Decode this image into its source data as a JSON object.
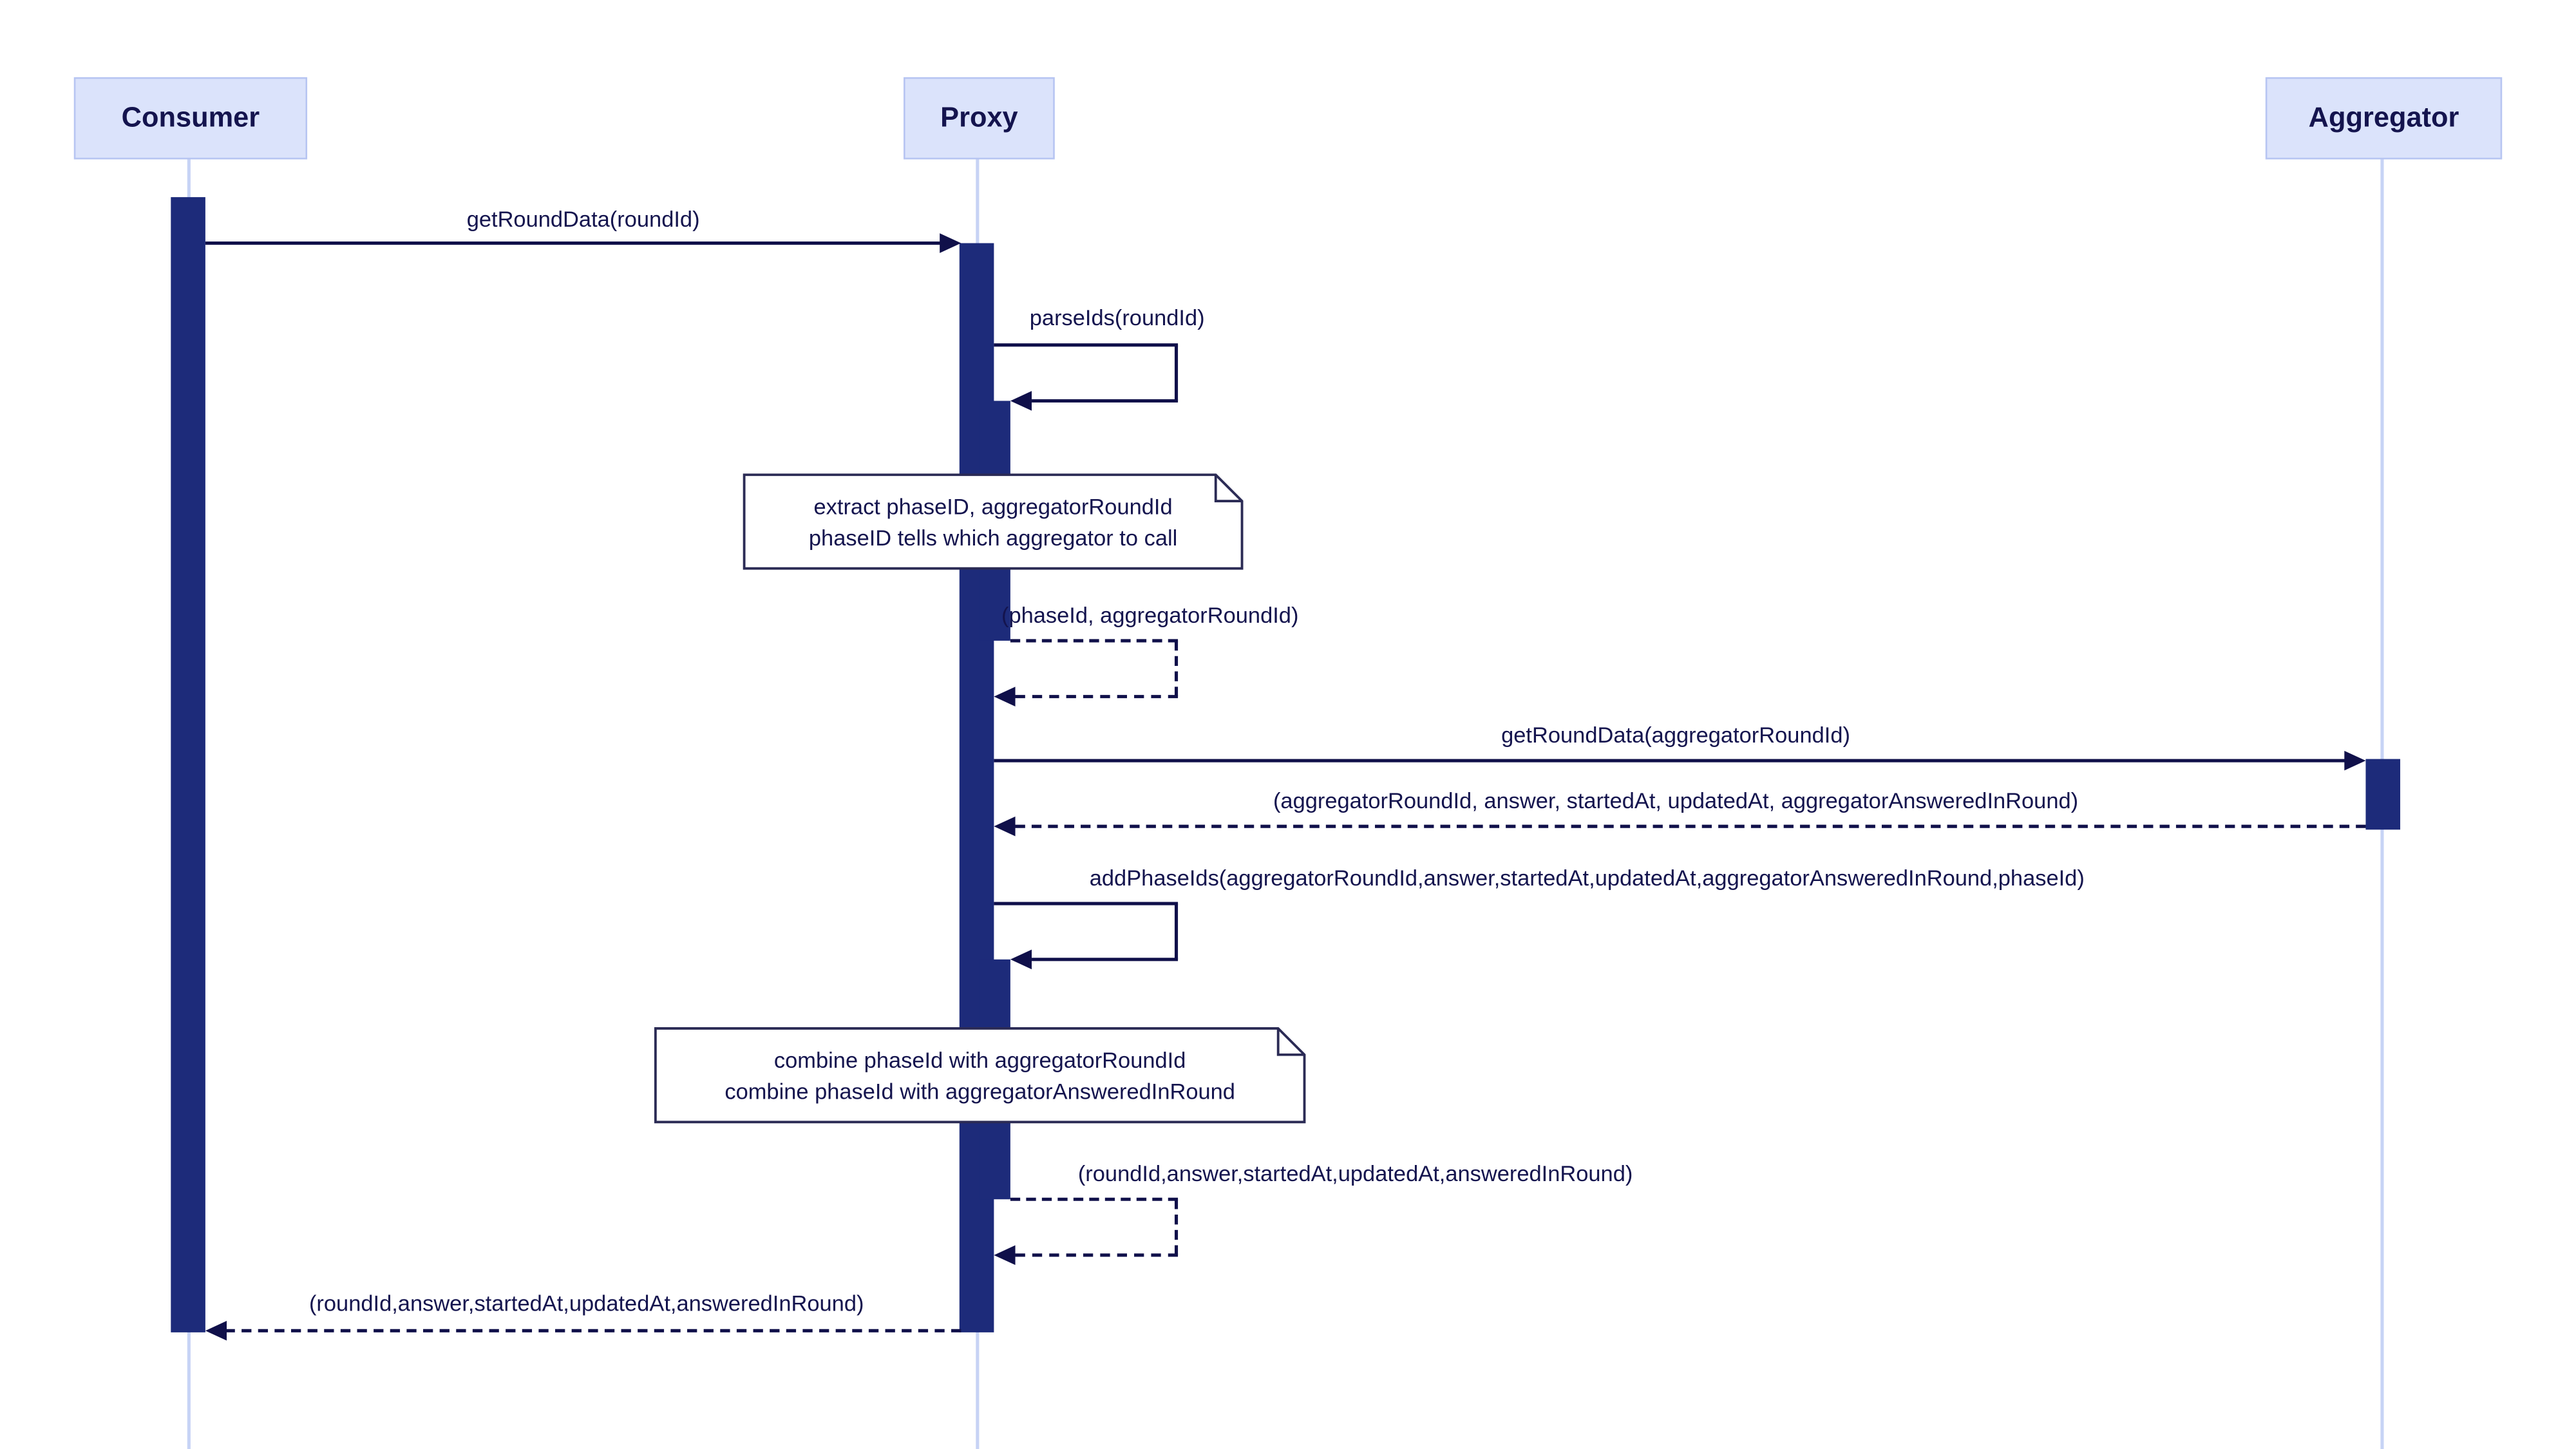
{
  "diagram": {
    "type": "sequence-diagram",
    "colors": {
      "actor_fill": "#dbe3fb",
      "actor_border": "#b7c5f2",
      "text": "#14144e",
      "activation_bar": "#1d2b7a",
      "lifeline": "#c7d3f5",
      "arrow": "#10104a",
      "note_fill": "#ffffff",
      "note_border": "#2b2b55",
      "background": "#ffffff"
    },
    "participants": [
      {
        "name": "Consumer"
      },
      {
        "name": "Proxy"
      },
      {
        "name": "Aggregator"
      }
    ],
    "messages": [
      {
        "label": "getRoundData(roundId)",
        "from": "Consumer",
        "to": "Proxy",
        "style": "solid"
      },
      {
        "label": "parseIds(roundId)",
        "from": "Proxy",
        "to": "Proxy",
        "style": "solid-self"
      },
      {
        "label": "(phaseId, aggregatorRoundId)",
        "from": "Proxy",
        "to": "Proxy",
        "style": "dashed-self-return"
      },
      {
        "label": "getRoundData(aggregatorRoundId)",
        "from": "Proxy",
        "to": "Aggregator",
        "style": "solid"
      },
      {
        "label": "(aggregatorRoundId, answer, startedAt, updatedAt, aggregatorAnsweredInRound)",
        "from": "Aggregator",
        "to": "Proxy",
        "style": "dashed-return"
      },
      {
        "label": "addPhaseIds(aggregatorRoundId,answer,startedAt,updatedAt,aggregatorAnsweredInRound,phaseId)",
        "from": "Proxy",
        "to": "Proxy",
        "style": "solid-self"
      },
      {
        "label": "(roundId,answer,startedAt,updatedAt,answeredInRound)",
        "from": "Proxy",
        "to": "Proxy",
        "style": "dashed-self-return"
      },
      {
        "label": "(roundId,answer,startedAt,updatedAt,answeredInRound)",
        "from": "Proxy",
        "to": "Consumer",
        "style": "dashed-return"
      }
    ],
    "notes": [
      {
        "lines": [
          "extract phaseID, aggregatorRoundId",
          "phaseID tells which aggregator to call"
        ],
        "over": "Proxy"
      },
      {
        "lines": [
          "combine phaseId with aggregatorRoundId",
          "combine phaseId with aggregatorAnsweredInRound"
        ],
        "over": "Proxy"
      }
    ]
  }
}
